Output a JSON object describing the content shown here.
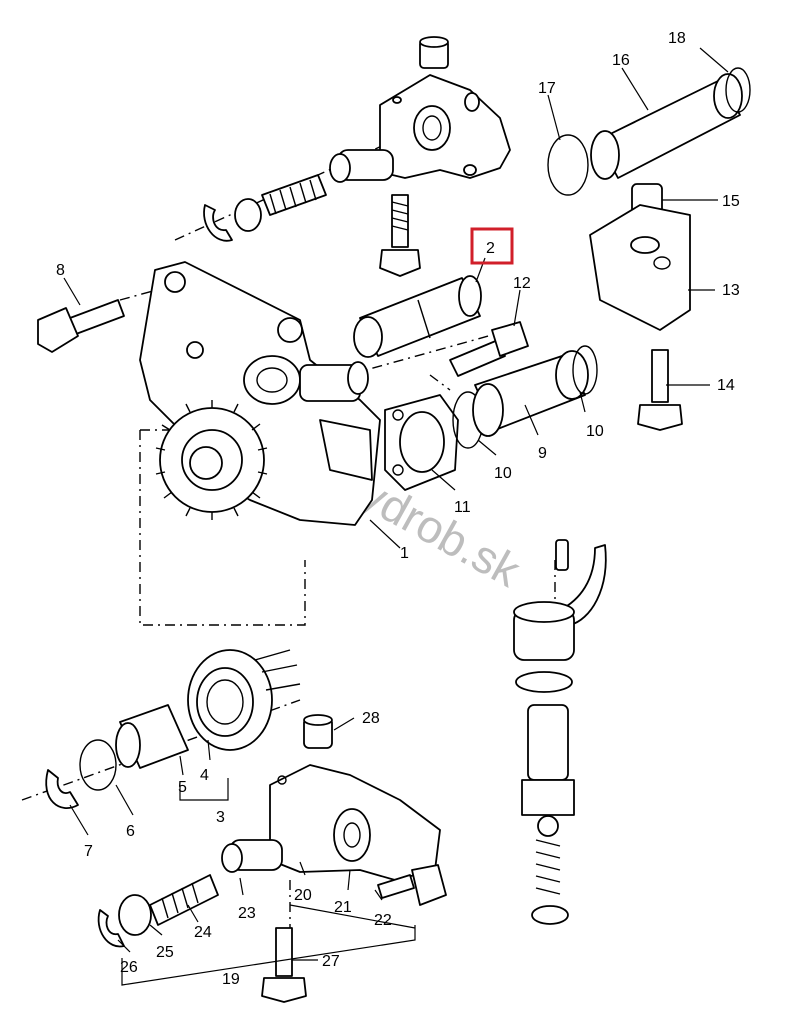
{
  "diagram": {
    "watermark": "www.hydrob.sk",
    "highlight_color": "#d11f2a",
    "highlighted_label": "2",
    "labels": [
      "1",
      "2",
      "3",
      "4",
      "5",
      "6",
      "7",
      "8",
      "9",
      "10",
      "10",
      "11",
      "12",
      "13",
      "14",
      "15",
      "16",
      "17",
      "18",
      "19",
      "20",
      "21",
      "22",
      "23",
      "24",
      "25",
      "26",
      "27",
      "28"
    ]
  }
}
